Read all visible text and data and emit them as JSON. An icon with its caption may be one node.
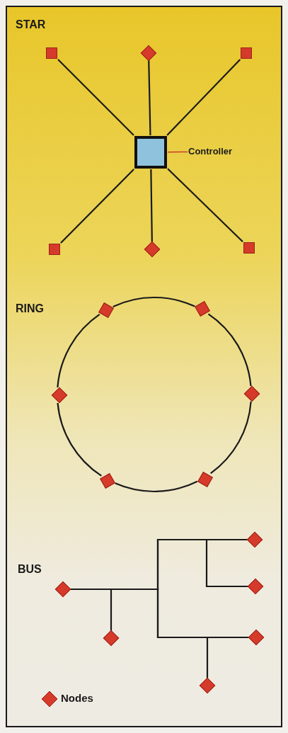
{
  "diagram": {
    "nodes": [
      {
        "text": [],
        "shape": "box"
      },
      {
        "text": [
          "Controller"
        ]
      },
      {
        "text": [],
        "shape": "box"
      },
      {
        "text": [],
        "shape": "diamond"
      },
      {
        "text": [],
        "shape": "box"
      },
      {
        "text": [],
        "shape": "box"
      },
      {
        "text": [],
        "shape": "diamond"
      },
      {
        "text": [],
        "shape": "box"
      },
      {
        "text": [],
        "shape": "box"
      },
      {
        "text": [],
        "shape": "box"
      },
      {
        "text": [],
        "shape": "diamond"
      },
      {
        "text": [],
        "shape": "diamond"
      },
      {
        "text": [],
        "shape": "box"
      },
      {
        "text": [],
        "shape": "box"
      },
      {
        "text": [],
        "shape": "diamond"
      },
      {
        "text": [],
        "shape": "diamond"
      },
      {
        "text": [],
        "shape": "diamond"
      },
      {
        "text": [],
        "shape": "diamond"
      },
      {
        "text": [],
        "shape": "diamond"
      },
      {
        "text": [],
        "shape": "diamond"
      }
    ],
    "edges": [
      {
        "from": 1,
        "to": 0,
        "arrow": "none",
        "color": "#c8402a"
      },
      {
        "from": 0,
        "to": 2,
        "arrow": "none"
      },
      {
        "from": 0,
        "to": 3,
        "arrow": "none"
      },
      {
        "from": 0,
        "to": 4,
        "arrow": "none"
      },
      {
        "from": 0,
        "to": 5,
        "arrow": "none"
      },
      {
        "from": 0,
        "to": 6,
        "arrow": "none"
      },
      {
        "from": 0,
        "to": 7,
        "arrow": "none"
      },
      {
        "from": 8,
        "to": 9,
        "arrow": "none"
      },
      {
        "from": 9,
        "to": 11,
        "arrow": "none"
      },
      {
        "from": 11,
        "to": 13,
        "arrow": "none"
      },
      {
        "from": 13,
        "to": 12,
        "arrow": "none"
      },
      {
        "from": 12,
        "to": 10,
        "arrow": "none"
      },
      {
        "from": 10,
        "to": 8,
        "arrow": "none"
      },
      {
        "from": 15,
        "to": 14,
        "arrow": "none"
      },
      {
        "from": 15,
        "to": 16,
        "arrow": "none"
      },
      {
        "from": 15,
        "to": 17,
        "arrow": "none"
      },
      {
        "from": 15,
        "to": 18,
        "arrow": "none"
      },
      {
        "from": 15,
        "to": 19,
        "arrow": "none"
      }
    ],
    "labels": [
      "STAR",
      "RING",
      "BUS"
    ],
    "legend": [
      {
        "text": "Nodes"
      }
    ]
  }
}
